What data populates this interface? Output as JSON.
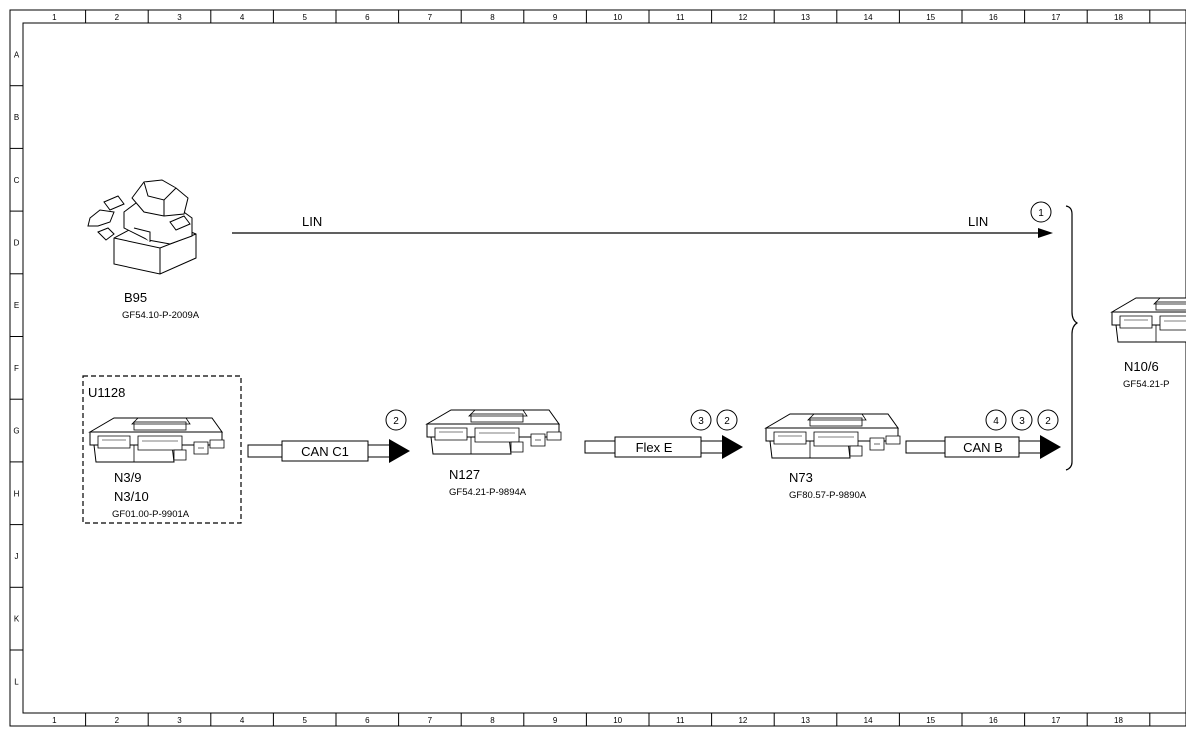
{
  "frame": {
    "columns": [
      "1",
      "2",
      "3",
      "4",
      "5",
      "6",
      "7",
      "8",
      "9",
      "10",
      "11",
      "12",
      "13",
      "14",
      "15",
      "16",
      "17",
      "18"
    ],
    "rows": [
      "A",
      "B",
      "C",
      "D",
      "E",
      "F",
      "G",
      "H",
      "J",
      "K",
      "L"
    ]
  },
  "components": {
    "b95": {
      "name": "B95",
      "code": "GF54.10-P-2009A"
    },
    "u1128": {
      "group": "U1128",
      "name1": "N3/9",
      "name2": "N3/10",
      "code": "GF01.00-P-9901A"
    },
    "n127": {
      "name": "N127",
      "code": "GF54.21-P-9894A"
    },
    "n73": {
      "name": "N73",
      "code": "GF80.57-P-9890A"
    },
    "n10_6": {
      "name": "N10/6",
      "code": "GF54.21-P"
    }
  },
  "connections": {
    "lin": {
      "label_left": "LIN",
      "label_right": "LIN",
      "markers": [
        "1"
      ]
    },
    "can_c1": {
      "label": "CAN C1",
      "markers": [
        "2"
      ]
    },
    "flex_e": {
      "label": "Flex E",
      "markers": [
        "3",
        "2"
      ]
    },
    "can_b": {
      "label": "CAN B",
      "markers": [
        "4",
        "3",
        "2"
      ]
    }
  }
}
